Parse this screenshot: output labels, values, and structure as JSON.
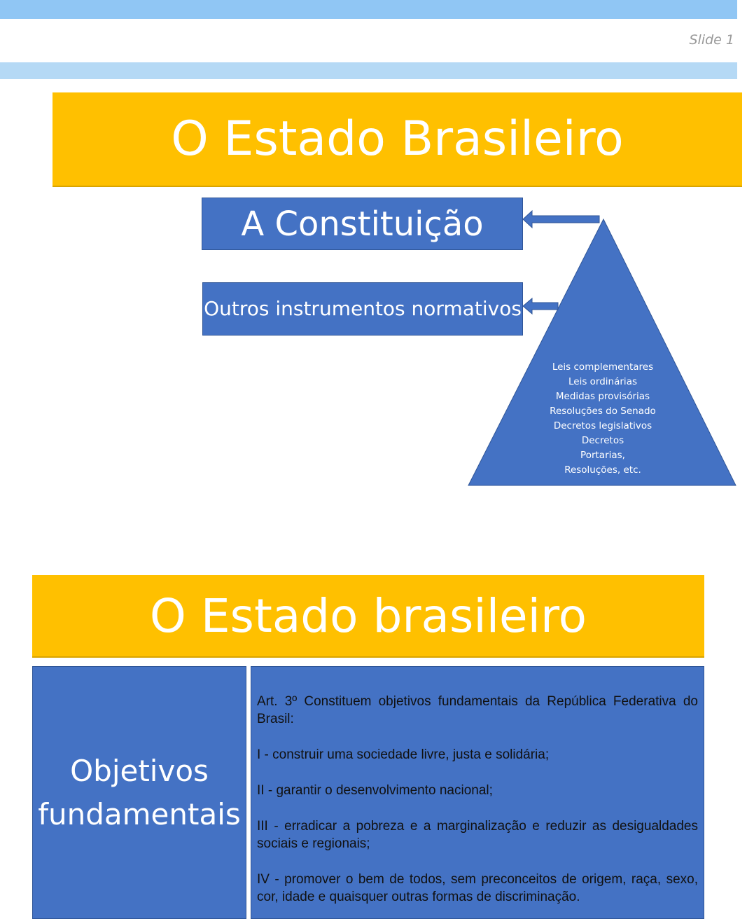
{
  "header": {
    "slide_label": "Slide 1"
  },
  "slide1": {
    "title": "O Estado Brasileiro",
    "box_top": "A Constituição",
    "box_bottom": "Outros instrumentos normativos",
    "pyramid_items": [
      "Leis complementares",
      "Leis ordinárias",
      "Medidas provisórias",
      "Resoluções do Senado",
      "Decretos legislativos",
      "Decretos",
      "Portarias,",
      "Resoluções, etc."
    ]
  },
  "slide2": {
    "title": "O Estado brasileiro",
    "left_cell": "Objetivos fundamentais",
    "paragraphs": [
      "Art. 3º Constituem objetivos fundamentais da República Federativa do Brasil:",
      "I - construir uma sociedade livre, justa e solidária;",
      "II - garantir o desenvolvimento nacional;",
      "III - erradicar a pobreza e a marginalização e reduzir as desigualdades sociais e regionais;",
      "IV - promover o bem de todos, sem preconceitos de origem, raça, sexo, cor, idade e quaisquer outras formas de discriminação."
    ]
  },
  "colors": {
    "yellow": "#FFC000",
    "blue": "#4472C4",
    "bar_top": "#90C6F4",
    "bar_bottom": "#B5D9F5"
  }
}
